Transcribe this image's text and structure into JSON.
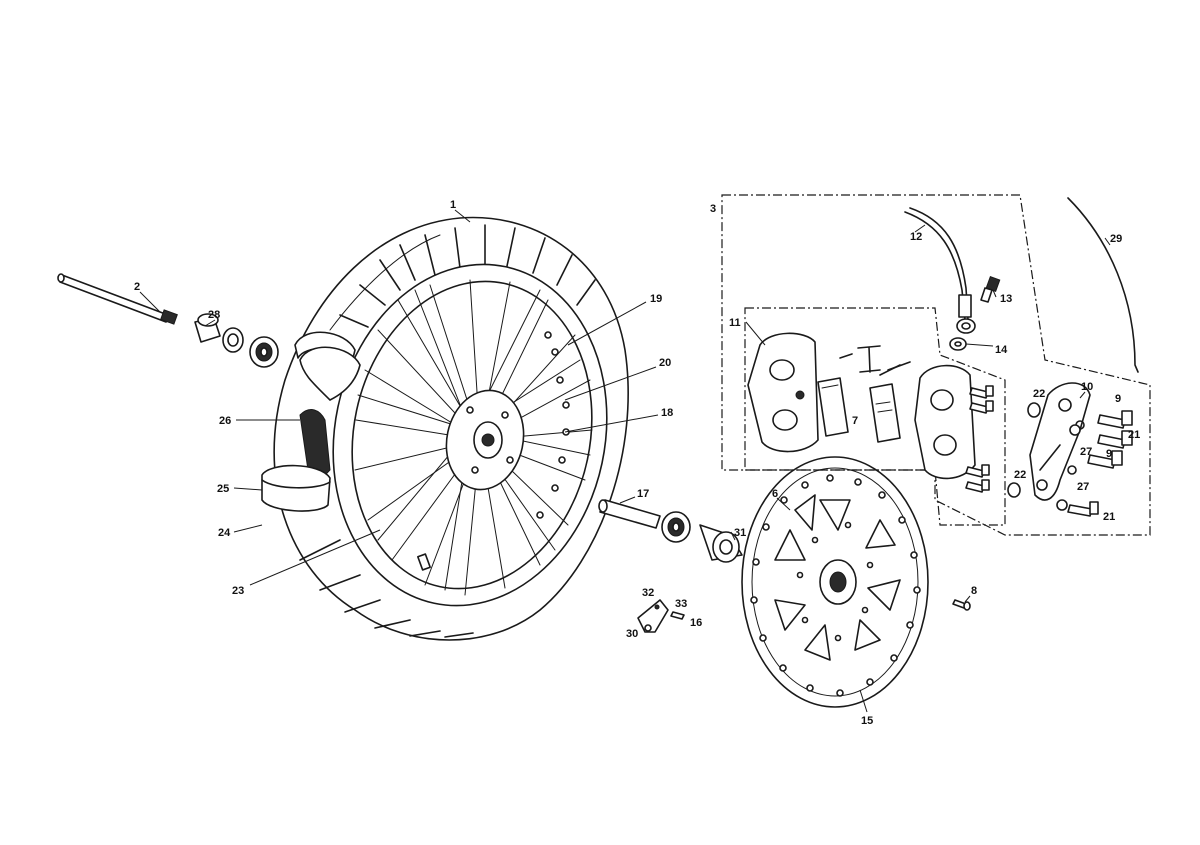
{
  "callouts": [
    {
      "id": "c1",
      "text": "1"
    },
    {
      "id": "c2",
      "text": "2"
    },
    {
      "id": "c3",
      "text": "3"
    },
    {
      "id": "c6",
      "text": "6"
    },
    {
      "id": "c7",
      "text": "7"
    },
    {
      "id": "c8",
      "text": "8"
    },
    {
      "id": "c9a",
      "text": "9"
    },
    {
      "id": "c9b",
      "text": "9"
    },
    {
      "id": "c10",
      "text": "10"
    },
    {
      "id": "c11",
      "text": "11"
    },
    {
      "id": "c12",
      "text": "12"
    },
    {
      "id": "c13",
      "text": "13"
    },
    {
      "id": "c14",
      "text": "14"
    },
    {
      "id": "c15",
      "text": "15"
    },
    {
      "id": "c16",
      "text": "16"
    },
    {
      "id": "c17",
      "text": "17"
    },
    {
      "id": "c18",
      "text": "18"
    },
    {
      "id": "c19",
      "text": "19"
    },
    {
      "id": "c20",
      "text": "20"
    },
    {
      "id": "c21a",
      "text": "21"
    },
    {
      "id": "c21b",
      "text": "21"
    },
    {
      "id": "c22a",
      "text": "22"
    },
    {
      "id": "c22b",
      "text": "22"
    },
    {
      "id": "c23",
      "text": "23"
    },
    {
      "id": "c24",
      "text": "24"
    },
    {
      "id": "c25",
      "text": "25"
    },
    {
      "id": "c26",
      "text": "26"
    },
    {
      "id": "c27a",
      "text": "27"
    },
    {
      "id": "c27b",
      "text": "27"
    },
    {
      "id": "c28",
      "text": "28"
    },
    {
      "id": "c29",
      "text": "29"
    },
    {
      "id": "c30",
      "text": "30"
    },
    {
      "id": "c31",
      "text": "31"
    },
    {
      "id": "c32",
      "text": "32"
    },
    {
      "id": "c33",
      "text": "33"
    }
  ],
  "colors": {
    "line": "#1a1a1a",
    "background": "#ffffff"
  }
}
